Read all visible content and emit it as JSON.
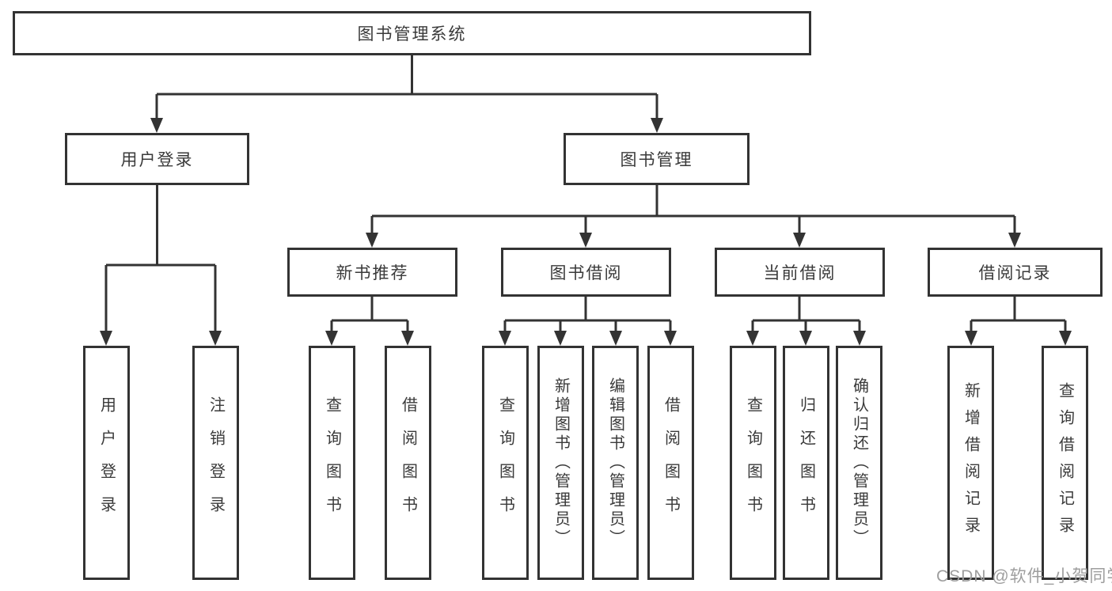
{
  "diagram": {
    "root": "图书管理系统",
    "level2": [
      {
        "label": "用户登录",
        "children": [
          "用户登录",
          "注销登录"
        ]
      },
      {
        "label": "图书管理",
        "children": [
          {
            "label": "新书推荐",
            "children": [
              "查询图书",
              "借阅图书"
            ]
          },
          {
            "label": "图书借阅",
            "children": [
              "查询图书",
              "新增图书（管理员）",
              "编辑图书（管理员）",
              "借阅图书"
            ]
          },
          {
            "label": "当前借阅",
            "children": [
              "查询图书",
              "归还图书",
              "确认归还（管理员）"
            ]
          },
          {
            "label": "借阅记录",
            "children": [
              "新增借阅记录",
              "查询借阅记录"
            ]
          }
        ]
      }
    ]
  },
  "watermark": "CSDN @软件_小贺同学",
  "colors": {
    "line": "#333333",
    "box_border": "#333333",
    "text": "#3a3a3a",
    "watermark": "#9e9e9e",
    "background": "#ffffff"
  }
}
